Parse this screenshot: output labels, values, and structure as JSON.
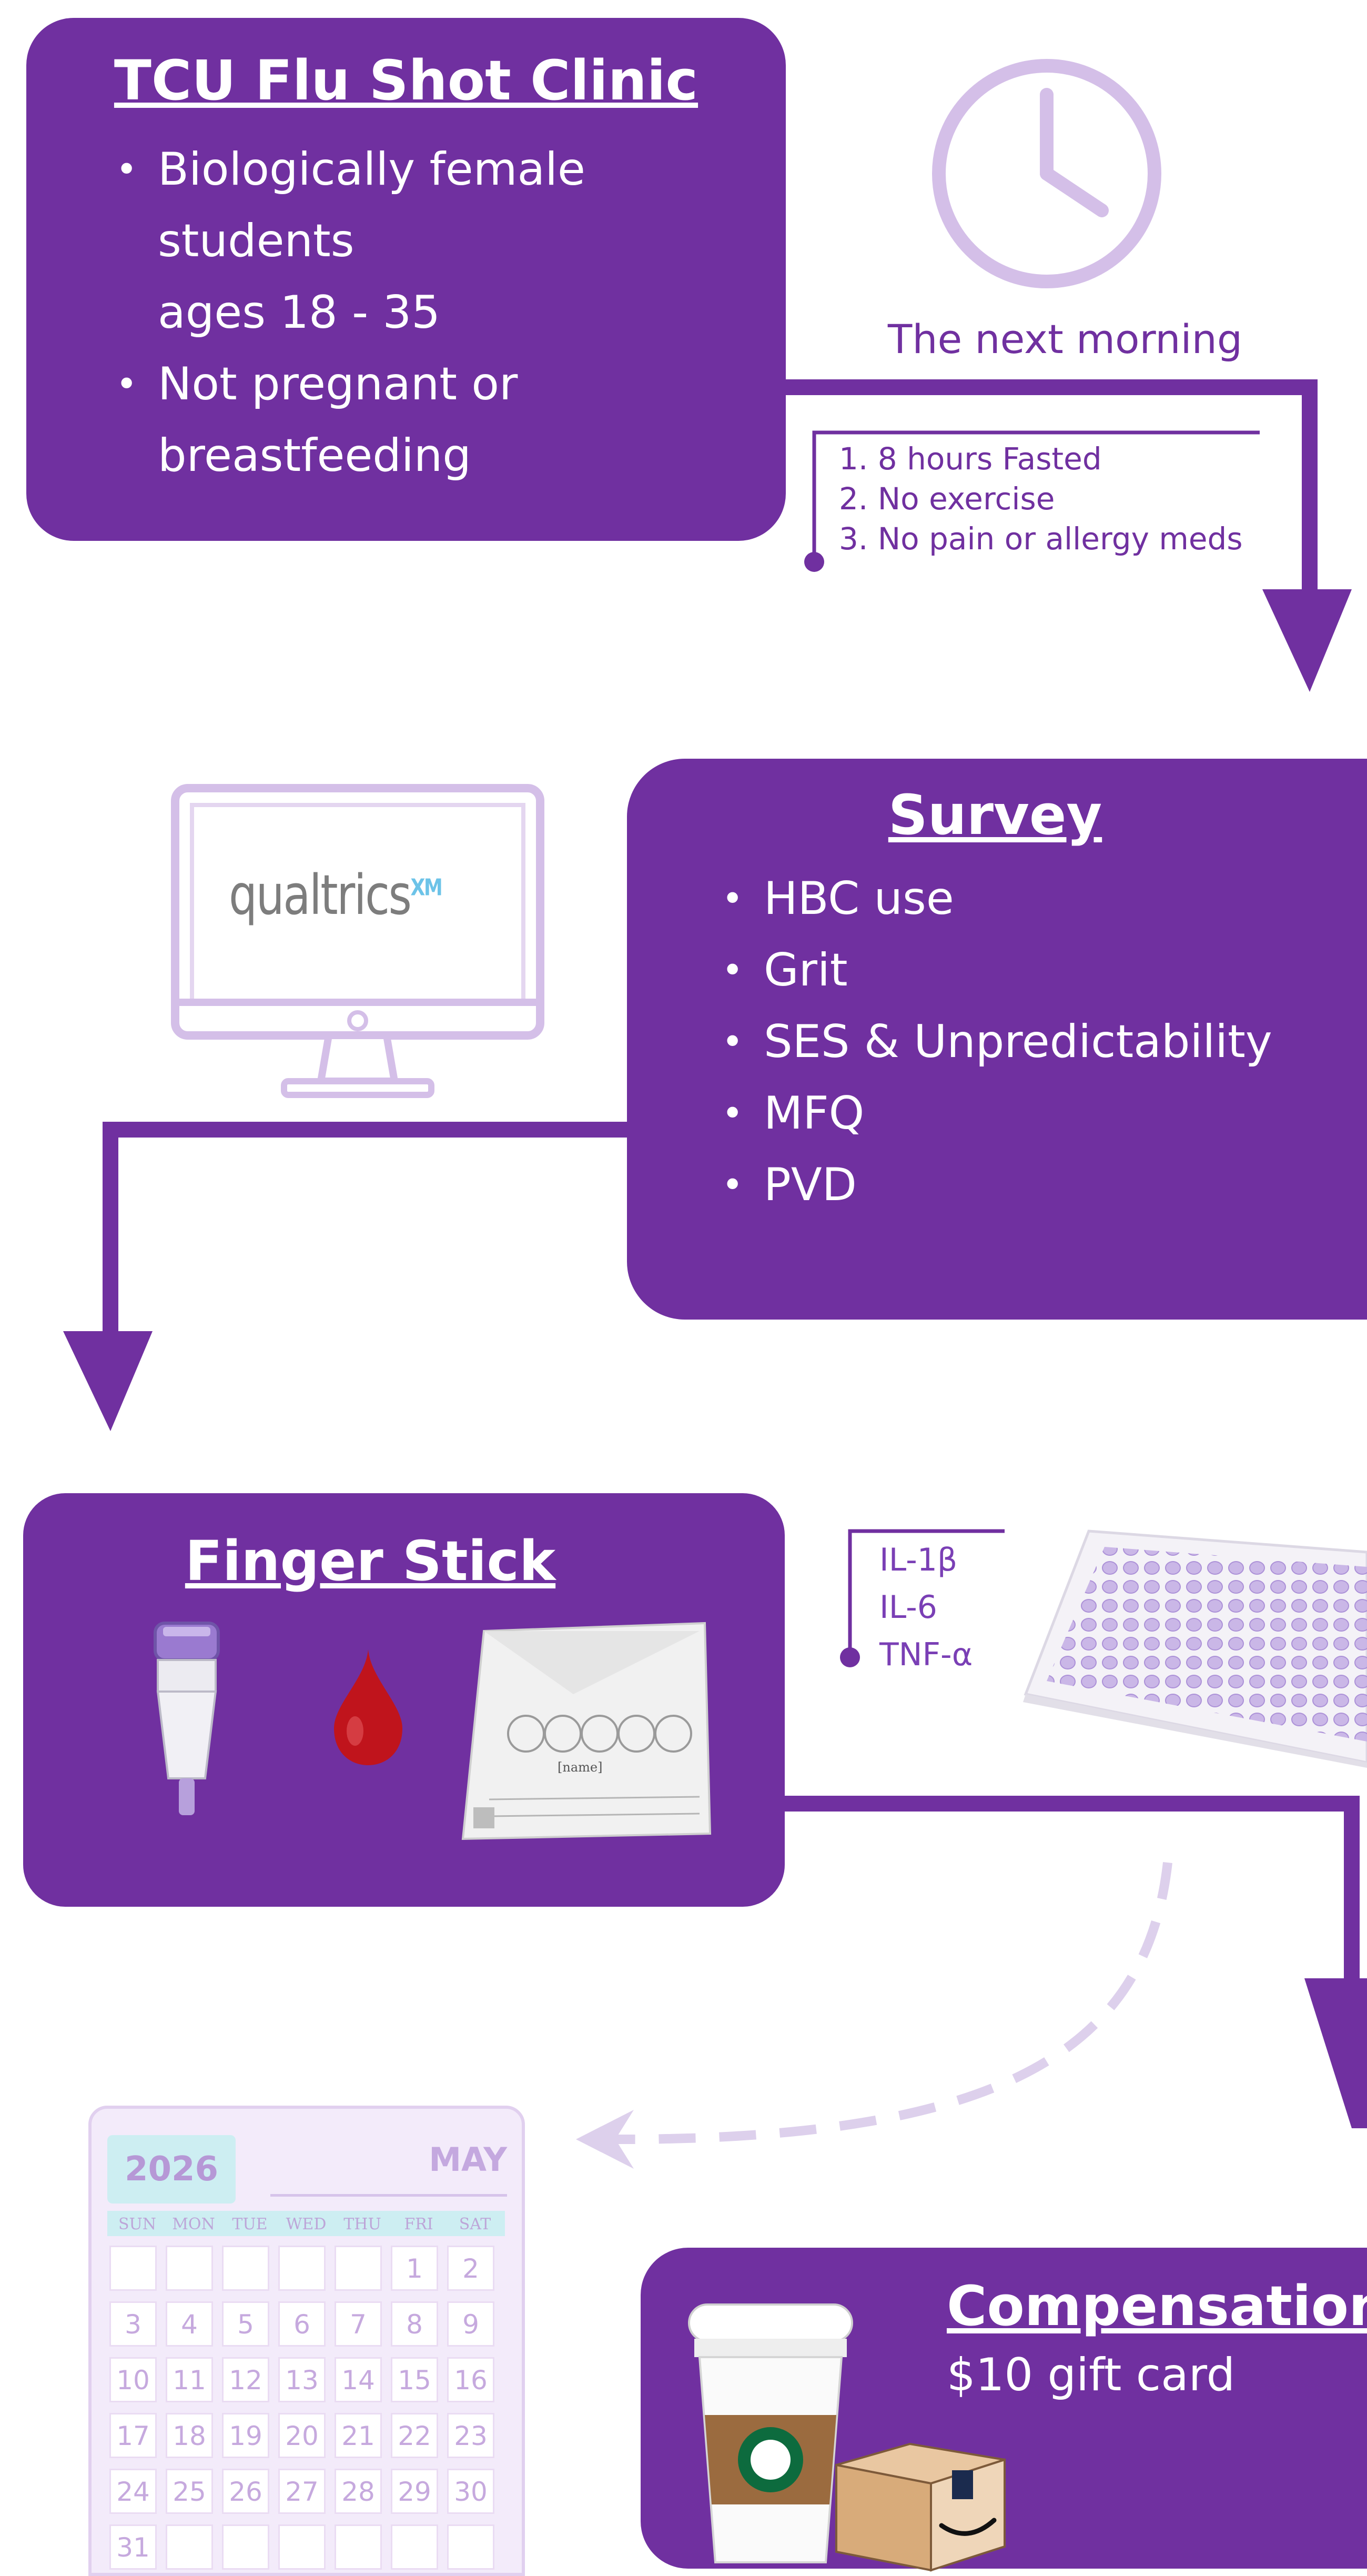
{
  "clinic": {
    "title": "TCU Flu Shot Clinic",
    "items": [
      "Biologically female students",
      "ages 18 - 35",
      "Not pregnant or",
      "breastfeeding"
    ]
  },
  "next_morning": {
    "label": "The next morning",
    "rules": [
      "1. 8 hours Fasted",
      "2. No exercise",
      "3. No pain or allergy meds"
    ]
  },
  "survey": {
    "title": "Survey",
    "items": [
      "HBC use",
      "Grit",
      "SES & Unpredictability",
      "MFQ",
      "PVD"
    ],
    "monitor_logo": "qualtrics",
    "monitor_logo_sup": "XM"
  },
  "finger_stick": {
    "title": "Finger Stick",
    "card_text": "[name]"
  },
  "cytokines": [
    "IL-1β",
    "IL-6",
    "TNF-α"
  ],
  "calendar": {
    "year": "2026",
    "month": "MAY",
    "weekdays": [
      "SUN",
      "MON",
      "TUE",
      "WED",
      "THU",
      "FRI",
      "SAT"
    ],
    "days": [
      "1",
      "2",
      "3",
      "4",
      "5",
      "6",
      "7",
      "8",
      "9",
      "10",
      "11",
      "12",
      "13",
      "14",
      "15",
      "16",
      "17",
      "18",
      "19",
      "20",
      "21",
      "22",
      "23",
      "24",
      "25",
      "26",
      "27",
      "28",
      "29",
      "30",
      "31"
    ]
  },
  "compensation": {
    "title": "Compensation",
    "detail": "$10 gift card"
  },
  "colors": {
    "primary_purple": "#7030a0",
    "light_purple": "#d9c6ea",
    "drop_red": "#c0141c"
  }
}
